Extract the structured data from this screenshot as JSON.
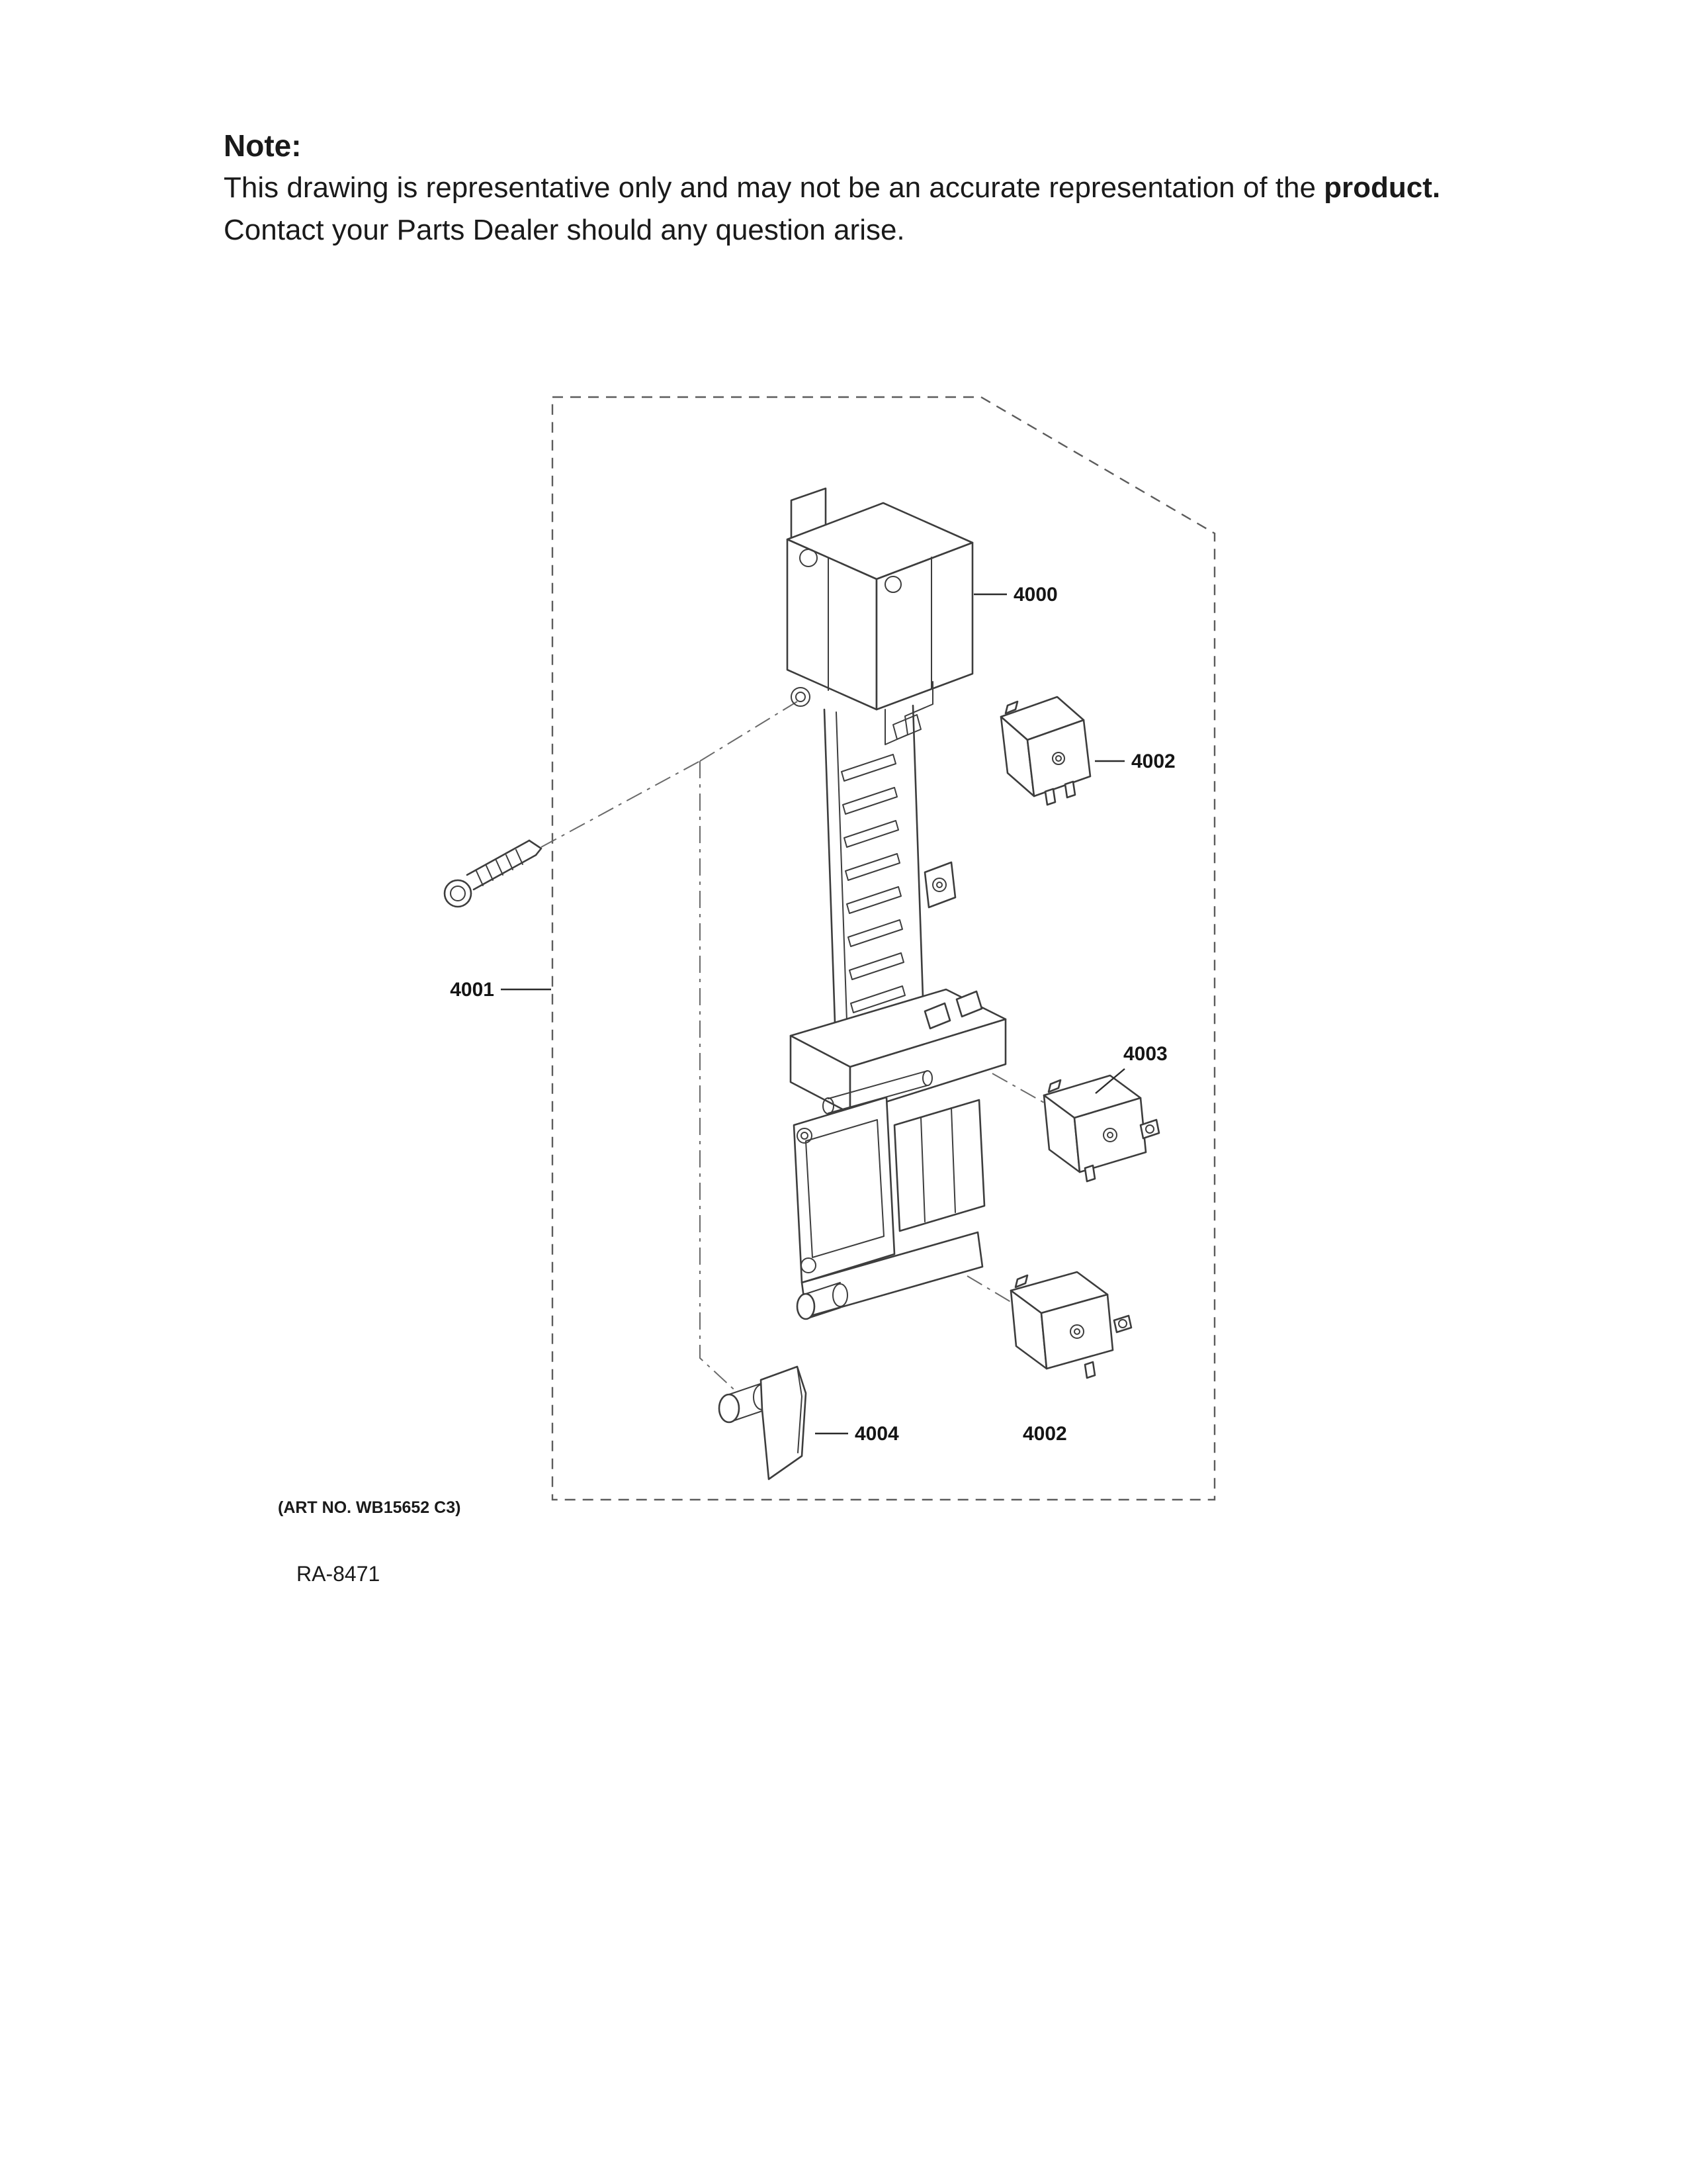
{
  "note": {
    "heading": "Note:",
    "line1_regular": "This drawing is representative only and may not be an accurate representation of the ",
    "line1_bold": "product.",
    "line2": "Contact your Parts Dealer should any question arise."
  },
  "diagram": {
    "description": "Exploded isometric line drawing of a latch board assembly with numbered part callouts",
    "callouts": {
      "housing": "4000",
      "screw": "4001",
      "switch_top": "4002",
      "switch_middle": "4003",
      "switch_bottom": "4002",
      "lever": "4004"
    },
    "colors": {
      "line": "#3d3d3d",
      "boundary": "#5c5c5c",
      "background": "#ffffff"
    }
  },
  "footer": {
    "art_no": "(ART NO. WB15652 C3)",
    "ra_number": "RA-8471"
  }
}
